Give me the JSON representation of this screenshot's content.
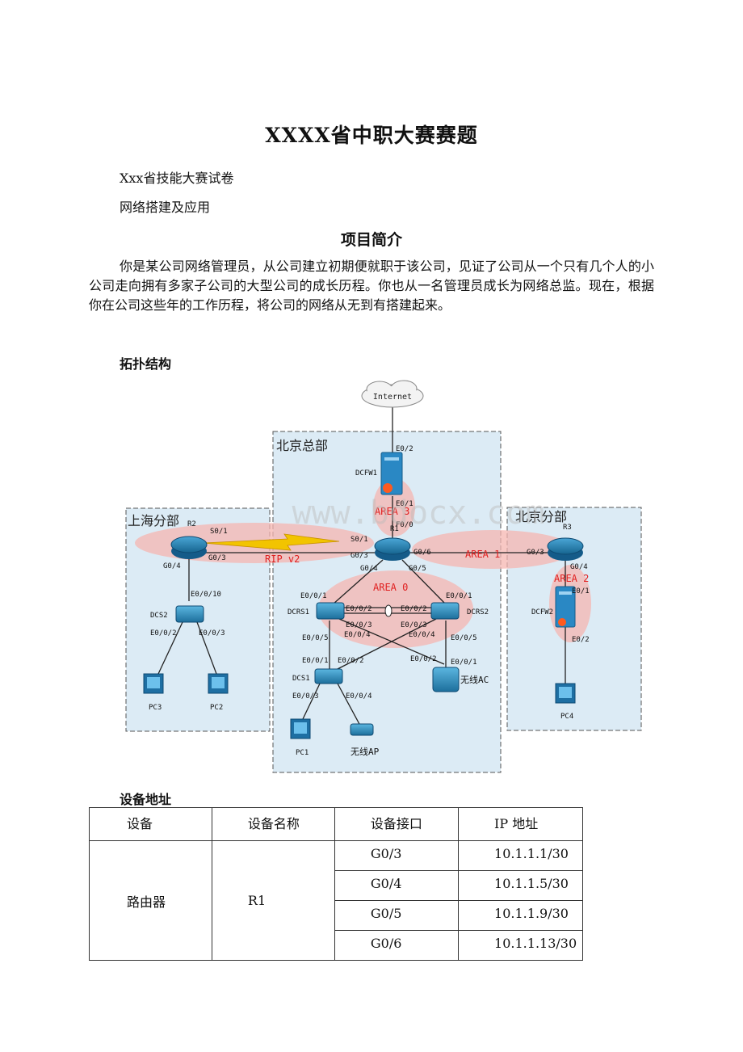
{
  "doc": {
    "title": "XXXX省中职大赛赛题",
    "subtitle": "Xxx省技能大赛试卷",
    "module": "网络搭建及应用",
    "section_title": "项目简介",
    "intro": "你是某公司网络管理员，从公司建立初期便就职于该公司，见证了公司从一个只有几个人的小公司走向拥有多家子公司的大型公司的成长历程。你也从一名管理员成长为网络总监。现在，根据你在公司这些年的工作历程，将公司的网络从无到有搭建起来。",
    "topology_heading": "拓扑结构",
    "address_heading": "设备地址"
  },
  "topology": {
    "sites": {
      "hq": "北京总部",
      "sh": "上海分部",
      "bj": "北京分部"
    },
    "cloud": "Internet",
    "areas": {
      "rip": "RIP v2",
      "area0": "AREA 0",
      "area1": "AREA 1",
      "area2": "AREA 2",
      "area3": "AREA 3"
    },
    "devices": {
      "dcfw1": "DCFW1",
      "r1": "R1",
      "r2": "R2",
      "r3": "R3",
      "dcrs1": "DCRS1",
      "dcrs2": "DCRS2",
      "dcs1": "DCS1",
      "dcs2": "DCS2",
      "dcfw2": "DCFW2",
      "ac": "无线AC",
      "ap": "无线AP",
      "pc1": "PC1",
      "pc2": "PC2",
      "pc3": "PC3",
      "pc4": "PC4"
    },
    "ports": {
      "fw1_e02": "E0/2",
      "fw1_e01": "E0/1",
      "r1_f00": "F0/0",
      "r2_s01": "S0/1",
      "r1_s01": "S0/1",
      "r2_g03": "G0/3",
      "r1_g03": "G0/3",
      "r1_g06": "G0/6",
      "r3_g03": "G0/3",
      "r1_g04": "G0/4",
      "r1_g05": "G0/5",
      "r2_g04": "G0/4",
      "dcs2_e0010": "E0/0/10",
      "dcs2_e002": "E0/0/2",
      "dcs2_e003": "E0/0/3",
      "dcrs1_e001": "E0/0/1",
      "dcrs1_e002": "E0/0/2",
      "dcrs1_e003": "E0/0/3",
      "dcrs1_e004": "E0/0/4",
      "dcrs1_e005": "E0/0/5",
      "dcrs2_e001": "E0/0/1",
      "dcrs2_e002": "E0/0/2",
      "dcrs2_e003": "E0/0/3",
      "dcrs2_e004": "E0/0/4",
      "dcrs2_e005": "E0/0/5",
      "dcs1_e001": "E0/0/1",
      "dcs1_e002": "E0/0/2",
      "dcs1_e003": "E0/0/3",
      "dcs1_e004": "E0/0/4",
      "ac_e002": "E0/0/2",
      "ac_e001": "E0/0/1",
      "r3_g04": "G0/4",
      "fw2_e01": "E0/1",
      "fw2_e02": "E0/2"
    },
    "watermark": "www.bdocx.com"
  },
  "address_table": {
    "headers": [
      "设备",
      "设备名称",
      "设备接口",
      "IP 地址"
    ],
    "device_type": "路由器",
    "device_name": "R1",
    "rows": [
      {
        "iface": "G0/3",
        "ip": "10.1.1.1/30"
      },
      {
        "iface": "G0/4",
        "ip": "10.1.1.5/30"
      },
      {
        "iface": "G0/5",
        "ip": "10.1.1.9/30"
      },
      {
        "iface": "G0/6",
        "ip": "10.1.1.13/30"
      }
    ]
  }
}
